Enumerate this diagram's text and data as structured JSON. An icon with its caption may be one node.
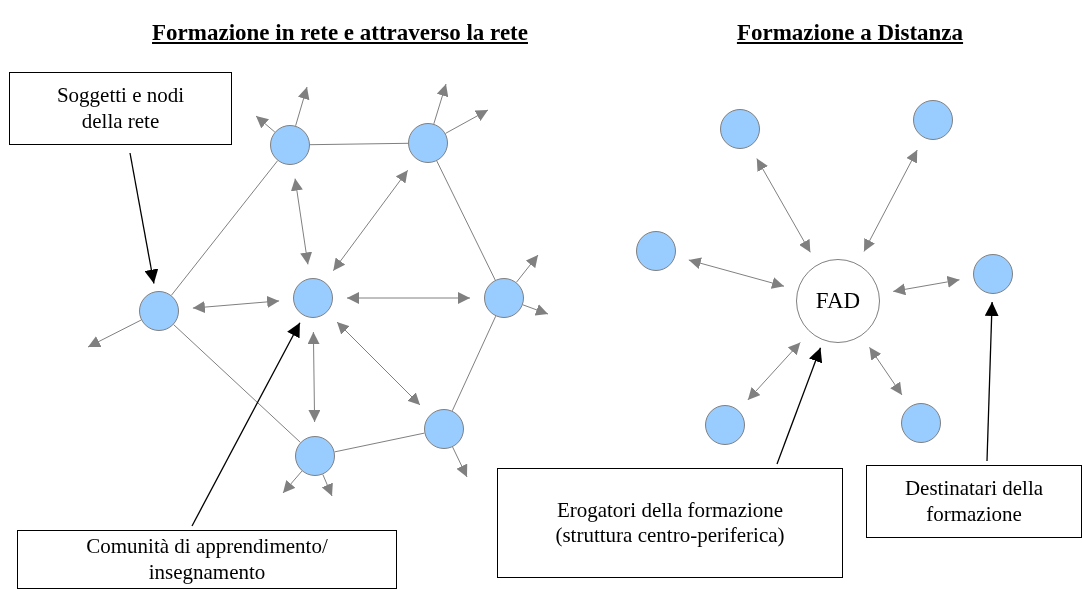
{
  "diagram": {
    "nodes": [
      {
        "text": [
          "Soggetti e nodi della rete"
        ]
      },
      {
        "text": [],
        "shape": "circle"
      },
      {
        "text": [],
        "shape": "circle"
      },
      {
        "text": [],
        "shape": "circle"
      },
      {
        "text": [],
        "shape": "circle"
      },
      {
        "text": [],
        "shape": "circle"
      },
      {
        "text": [],
        "shape": "circle"
      },
      {
        "text": [],
        "shape": "circle"
      },
      {
        "text": [],
        "shape": "circle"
      },
      {
        "text": [],
        "shape": "circle"
      },
      {
        "text": [
          "FAD"
        ]
      },
      {
        "text": [],
        "shape": "circle"
      },
      {
        "text": [],
        "shape": "circle"
      },
      {
        "text": [],
        "shape": "circle"
      },
      {
        "text": [],
        "shape": "circle"
      },
      {
        "text": [
          "Comunità di apprendimento/ insegnamento"
        ]
      },
      {
        "text": [
          "Erogatori della formazione (struttura centro-periferica)"
        ]
      },
      {
        "text": [
          "Destinatari della formazione"
        ]
      }
    ],
    "edges": [
      {
        "from": 1,
        "to": 2,
        "arrow": "none"
      },
      {
        "from": 1,
        "to": 3,
        "arrow": "none"
      },
      {
        "from": 2,
        "to": 5,
        "arrow": "none"
      },
      {
        "from": 3,
        "to": 7,
        "arrow": "none"
      },
      {
        "from": 7,
        "to": 6,
        "arrow": "none"
      },
      {
        "from": 6,
        "to": 5,
        "arrow": "none"
      },
      {
        "from": 1,
        "to": 4,
        "arrow": "both"
      },
      {
        "from": 2,
        "to": 4,
        "arrow": "both"
      },
      {
        "from": 3,
        "to": 4,
        "arrow": "both"
      },
      {
        "from": 4,
        "to": 5,
        "arrow": "both"
      },
      {
        "from": 4,
        "to": 6,
        "arrow": "both"
      },
      {
        "from": 4,
        "to": 7,
        "arrow": "both"
      },
      {
        "from": 1,
        "to": null,
        "arrow": "to"
      },
      {
        "from": 1,
        "to": null,
        "arrow": "to"
      },
      {
        "from": 2,
        "to": null,
        "arrow": "to"
      },
      {
        "from": 2,
        "to": null,
        "arrow": "to"
      },
      {
        "from": 3,
        "to": null,
        "arrow": "to"
      },
      {
        "from": 5,
        "to": null,
        "arrow": "to"
      },
      {
        "from": 5,
        "to": null,
        "arrow": "to"
      },
      {
        "from": 6,
        "to": null,
        "arrow": "to"
      },
      {
        "from": 7,
        "to": null,
        "arrow": "to"
      },
      {
        "from": 7,
        "to": null,
        "arrow": "to"
      },
      {
        "from": 8,
        "to": 10,
        "arrow": "both"
      },
      {
        "from": 9,
        "to": 10,
        "arrow": "both"
      },
      {
        "from": 11,
        "to": 10,
        "arrow": "both"
      },
      {
        "from": 10,
        "to": 12,
        "arrow": "both"
      },
      {
        "from": 13,
        "to": 10,
        "arrow": "both"
      },
      {
        "from": 10,
        "to": 14,
        "arrow": "both"
      },
      {
        "from": 0,
        "to": 3,
        "arrow": "to",
        "color": "#000000"
      },
      {
        "from": 15,
        "to": 4,
        "arrow": "to",
        "color": "#000000"
      },
      {
        "from": 16,
        "to": 10,
        "arrow": "to",
        "color": "#000000"
      },
      {
        "from": 17,
        "to": 12,
        "arrow": "to",
        "color": "#000000"
      }
    ],
    "labels": [
      "Formazione in rete e attraverso la rete",
      "Formazione a Distanza"
    ]
  }
}
